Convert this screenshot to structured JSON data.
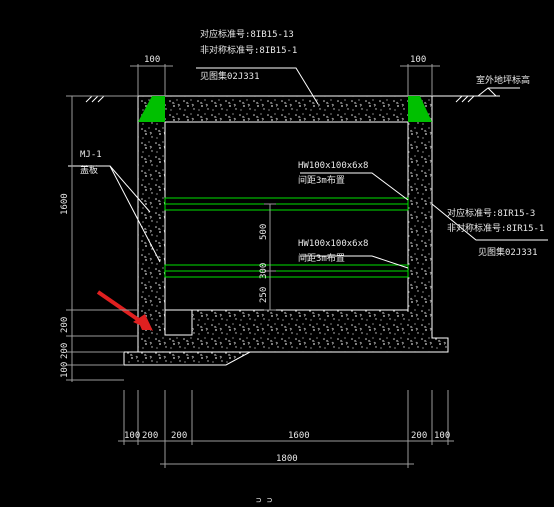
{
  "annotations": {
    "top_spec_1": "对应标准号:8IB15-13",
    "top_spec_2": "非对称标准号:8IB15-1",
    "top_spec_3": "见图集02J331",
    "ground": "室外地坪标高",
    "mj": "MJ-1",
    "mj_sub": "盖板",
    "beam_1": "HW100x100x6x8",
    "beam_1_sub": "间距3m布置",
    "beam_2": "HW100x100x6x8",
    "beam_2_sub": "间距3m布置",
    "right_spec_1": "对应标准号:8IR15-3",
    "right_spec_2": "非对称标准号:8IR15-1",
    "right_spec_3": "见图集02J331",
    "bottom_marks": "⊃ ⊃"
  },
  "dimensions": {
    "top_left": "100",
    "top_right": "100",
    "left_height": "1600",
    "left_200_a": "200",
    "left_200_b": "200",
    "left_100": "100",
    "mid_500": "500",
    "mid_300": "300",
    "mid_250": "250",
    "bot_100": "100",
    "bot_200_a": "200",
    "bot_200_b": "200",
    "bot_1600": "1600",
    "bot_200_c": "200",
    "bot_100_b": "100",
    "bot_total": "1800"
  },
  "colors": {
    "background": "#000000",
    "line": "#ffffff",
    "beam": "#00e000",
    "arrow": "#e02020"
  }
}
